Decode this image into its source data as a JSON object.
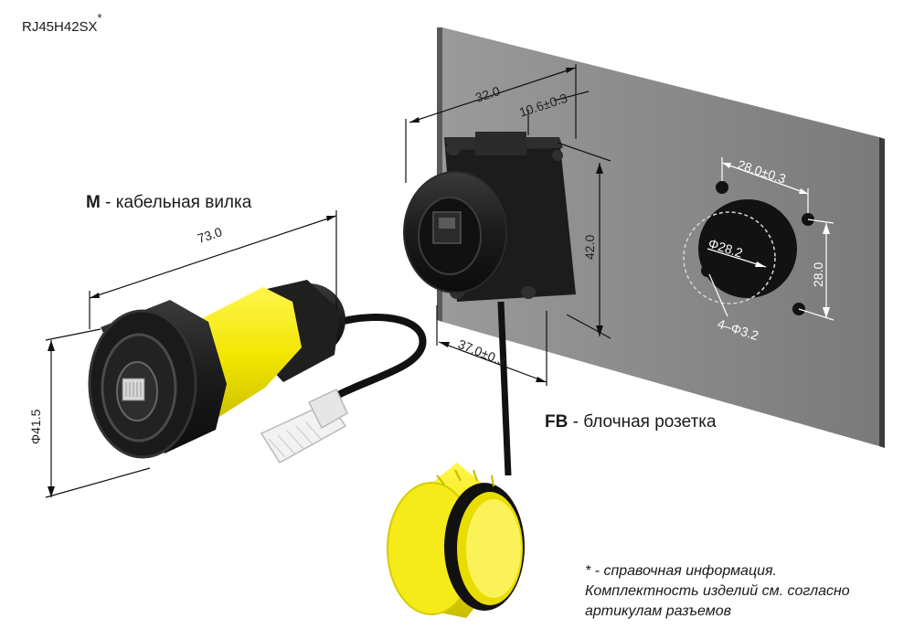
{
  "model": {
    "code": "RJ45H42SX",
    "star": "*"
  },
  "plug_label": {
    "code": "M",
    "text": " - кабельная вилка"
  },
  "socket_label": {
    "code": "FB",
    "text": " - блочная розетка"
  },
  "dimensions": {
    "plug_length": "73.0",
    "plug_diameter": "Φ41.5",
    "socket_depth": "32.0",
    "flange_thickness": "10.6±0.3",
    "socket_height": "42.0",
    "socket_width": "37.0±0.3",
    "hole_spacing_x": "28.0±0.3",
    "hole_spacing_y": "28.0",
    "cutout_diameter": "Φ28.2",
    "mount_holes": "4–Φ3.2"
  },
  "note": {
    "line1": "* - справочная информация.",
    "line2": "Комплектность изделий см. согласно",
    "line3": "артикулам разъемов"
  },
  "colors": {
    "accent_yellow": "#f2e600",
    "body_black": "#1b1b1b",
    "panel_gray": "#8e8e8e"
  }
}
